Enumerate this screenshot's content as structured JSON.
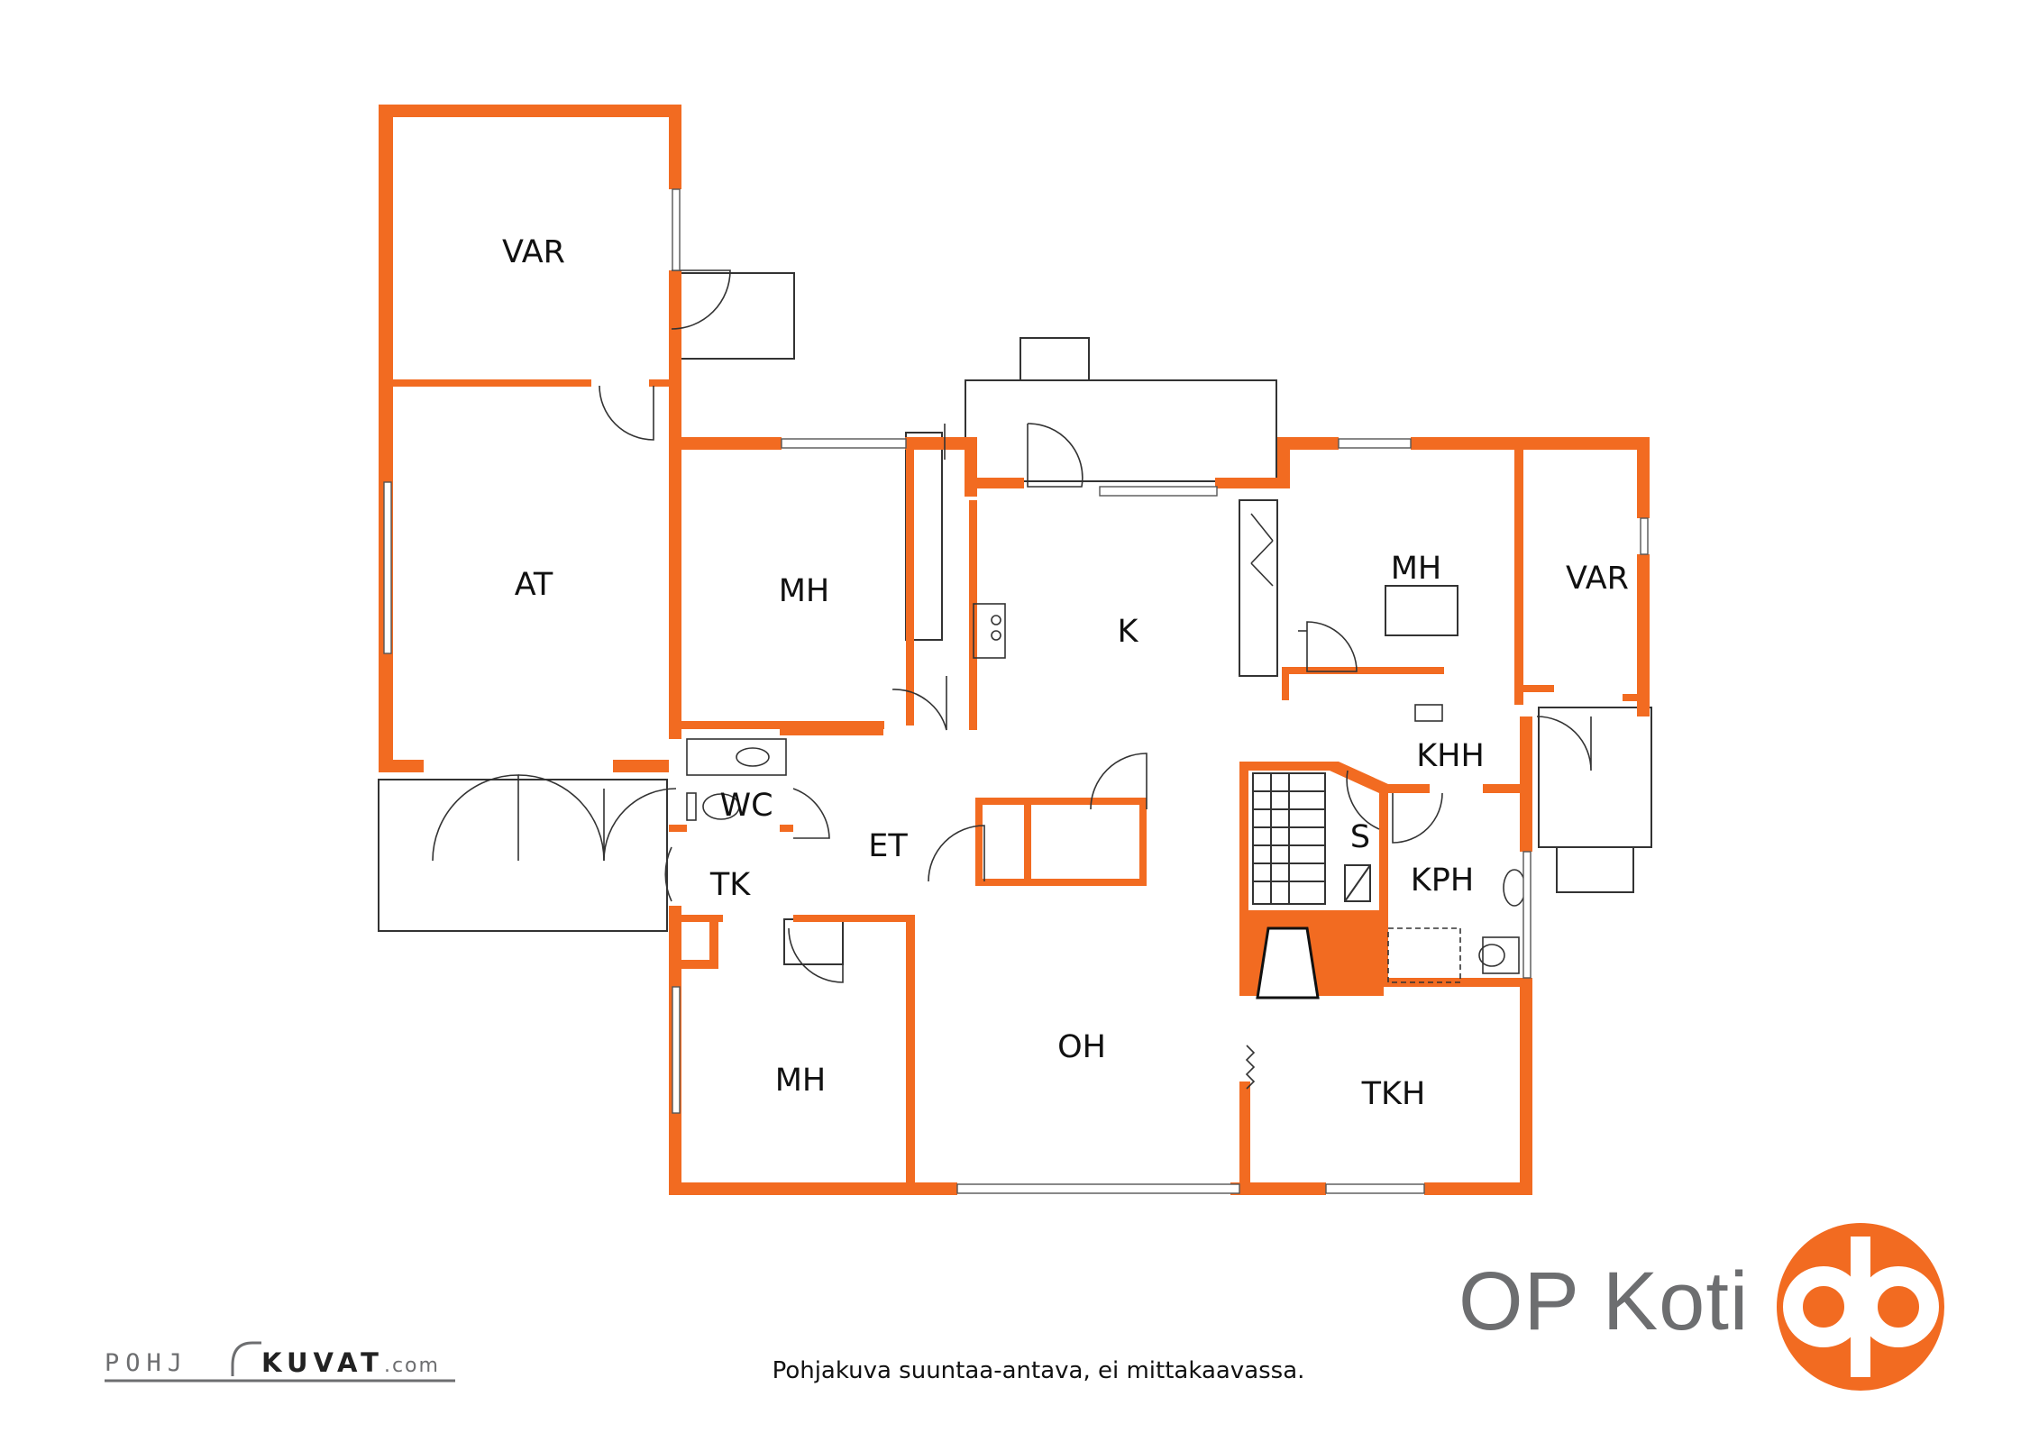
{
  "rooms": {
    "var_top": "VAR",
    "at": "AT",
    "mh_top": "MH",
    "k": "K",
    "mh_right": "MH",
    "var_right": "VAR",
    "wc": "WC",
    "et": "ET",
    "khh": "KHH",
    "s": "S",
    "tk": "TK",
    "kph": "KPH",
    "oh": "OH",
    "mh_bottom": "MH",
    "tkh": "TKH"
  },
  "footer": {
    "brand": "OP Koti",
    "caption": "Pohjakuva suuntaa-antava, ei mittakaavassa.",
    "credit_left": "POHJ",
    "credit_right": "KUVAT",
    "credit_suffix": ".com"
  },
  "colors": {
    "wall": "#f26b21",
    "line": "#333333",
    "brand_gray": "#6d6e70"
  },
  "icons": {
    "logo": "op-logo-icon"
  }
}
